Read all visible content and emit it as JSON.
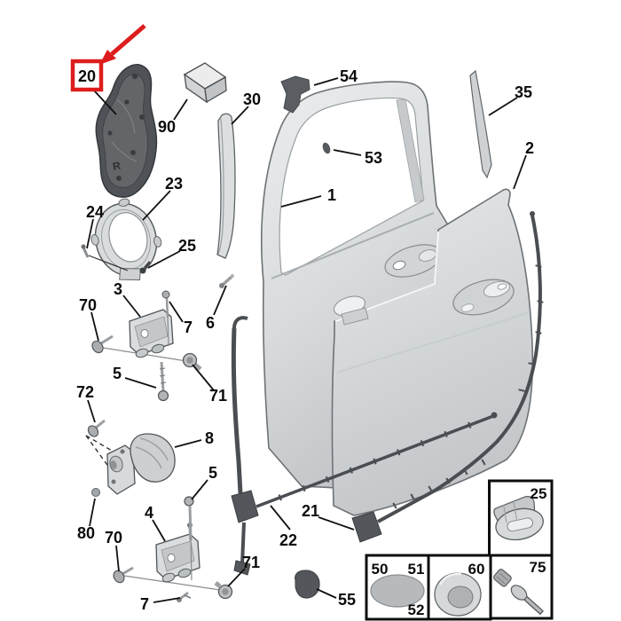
{
  "highlight": {
    "part_label": "20",
    "box_color": "#dd1d1d",
    "arrow_color": "#dd1d1d"
  },
  "markings": {
    "side": "R"
  },
  "callouts": {
    "c20": "20",
    "c90": "90",
    "c30": "30",
    "c54": "54",
    "c35": "35",
    "c53": "53",
    "c1": "1",
    "c2": "2",
    "c23": "23",
    "c24": "24",
    "c25": "25",
    "c3": "3",
    "c70a": "70",
    "c7a": "7",
    "c6": "6",
    "c5a": "5",
    "c71a": "71",
    "c72": "72",
    "c8": "8",
    "c80": "80",
    "c70b": "70",
    "c4": "4",
    "c5b": "5",
    "c71b": "71",
    "c7b": "7",
    "c21": "21",
    "c22": "22",
    "c55": "55"
  },
  "inset_boxes": {
    "b25": "25",
    "b50": "50",
    "b51": "51",
    "b52": "52",
    "b60": "60",
    "b75": "75"
  },
  "colors": {
    "accent_red": "#dd1d1d",
    "leader_line": "#111111",
    "dark_part": "#53575b",
    "panel_fill": "#e2e4e5",
    "seal": "#4a4e52"
  }
}
